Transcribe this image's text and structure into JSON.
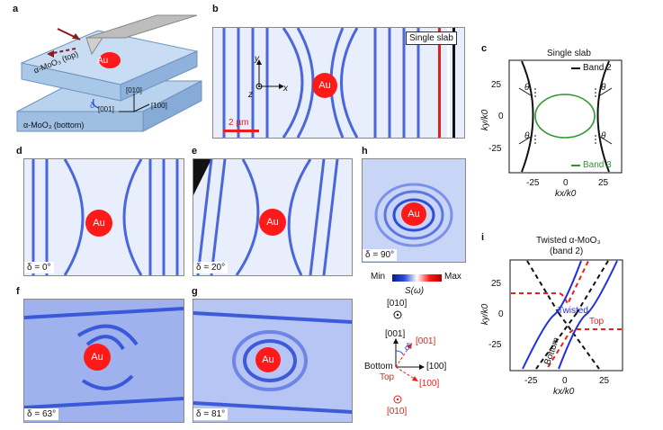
{
  "letters": {
    "a": "a",
    "b": "b",
    "c": "c",
    "d": "d",
    "e": "e",
    "f": "f",
    "g": "g",
    "h": "h",
    "i": "i"
  },
  "panel_a": {
    "top_layer": "α-MoO₃ (top)",
    "bottom_layer": "α-MoO₃ (bottom)",
    "au": "Au",
    "delta": "δ",
    "dir_010": "[010]",
    "dir_001": "[001]",
    "dir_100": "[100]"
  },
  "panel_b": {
    "label": "Single slab",
    "au": "Au",
    "scale": "2 µm",
    "axis_x": "x",
    "axis_y": "y",
    "axis_z": "z"
  },
  "panel_c": {
    "title": "Single slab",
    "legend_band2": "Band 2",
    "legend_band3": "Band 3",
    "xlabel": "kx/k0",
    "ylabel": "ky/k0",
    "xticks": [
      "-25",
      "0",
      "25"
    ],
    "yticks": [
      "25",
      "0",
      "-25"
    ],
    "theta": "θ"
  },
  "panel_d": {
    "label": "δ = 0°",
    "au": "Au"
  },
  "panel_e": {
    "label": "δ = 20°",
    "au": "Au"
  },
  "panel_f": {
    "label": "δ = 63°",
    "au": "Au"
  },
  "panel_g": {
    "label": "δ = 81°",
    "au": "Au"
  },
  "panel_h": {
    "label": "δ = 90°",
    "au": "Au"
  },
  "colorbar": {
    "min": "Min",
    "max": "Max",
    "label": "S(ω)"
  },
  "axes_key": {
    "top_010": "[010]",
    "black_001": "[001]",
    "black_100": "[100]",
    "bottom": "Bottom",
    "top": "Top",
    "red_001": "[001]",
    "red_100": "[100]",
    "red_010": "[010]",
    "delta": "δ"
  },
  "panel_i": {
    "title1": "Twisted α-MoO₃",
    "title2": "(band 2)",
    "xlabel": "kx/k0",
    "ylabel": "ky/k0",
    "xticks": [
      "-25",
      "0",
      "25"
    ],
    "yticks": [
      "25",
      "0",
      "-25"
    ],
    "twisted": "Twisted",
    "top": "Top",
    "bottom": "Bottom"
  },
  "colors": {
    "nf_blue": "#2f4fd8",
    "nf_light": "#dfe6fb",
    "au_red": "#ff1a1a",
    "band3_green": "#2a9a2a",
    "twisted_blue": "#1f2fe0",
    "top_red": "#e8201c",
    "crystal": "#b9d3ee"
  }
}
